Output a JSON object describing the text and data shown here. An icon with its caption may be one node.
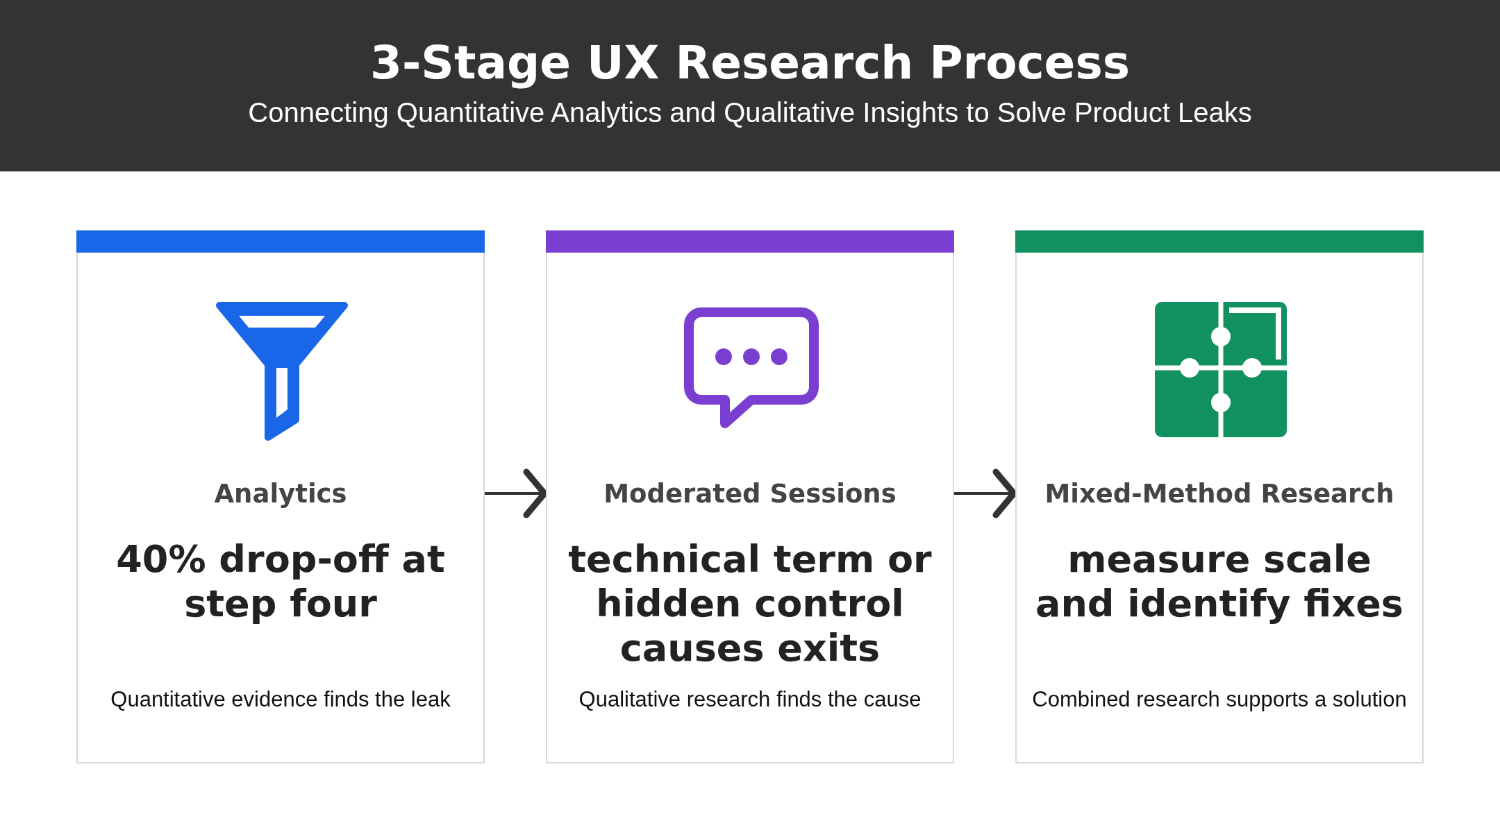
{
  "diagram": {
    "title": "3-Stage UX Research Process",
    "nodes": [
      {
        "text": [
          "Analytics",
          "40% drop-off at step four",
          "Quantitative evidence finds the leak"
        ]
      },
      {
        "text": [
          "Moderated Sessions",
          "technical term or hidden control causes exits",
          "Qualitative research finds the cause"
        ]
      },
      {
        "text": [
          "Mixed-Method Research",
          "measure scale and identify fixes",
          "Combined research supports a solution"
        ]
      }
    ],
    "edges": [
      {
        "from": 0,
        "to": 1,
        "arrow": "to"
      },
      {
        "from": 1,
        "to": 2,
        "arrow": "to"
      }
    ],
    "labels": [
      "Connecting Quantitative Analytics and Qualitative Insights to Solve Product Leaks"
    ]
  }
}
